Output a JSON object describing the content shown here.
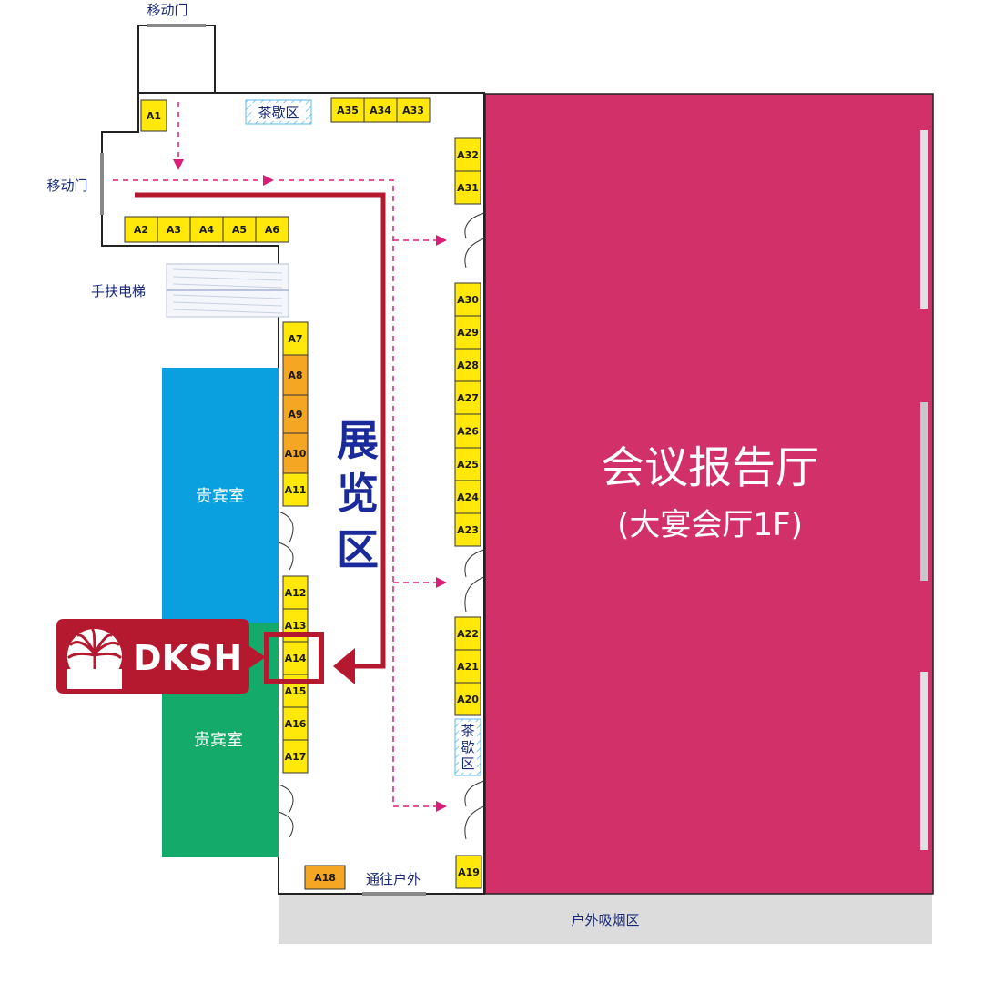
{
  "colors": {
    "hall": "#d13068",
    "vip_top": "#0aa0e0",
    "vip_bottom": "#14ab6a",
    "booth": "#ffe80a",
    "booth_orange": "#f5a623",
    "text_blue": "#1a2a7a",
    "dksh_red": "#b5192f",
    "path_pink": "#d91e7a",
    "smoking": "#dcdcdc"
  },
  "labels": {
    "sliding_door_top": "移动门",
    "sliding_door_left": "移动门",
    "escalator": "手扶电梯",
    "tea_break_top": "茶歇区",
    "tea_break_side": [
      "茶",
      "歇",
      "区"
    ],
    "exhibition_area": [
      "展",
      "览",
      "区"
    ],
    "vip_room_top": "贵宾室",
    "vip_room_bottom": "贵宾室",
    "to_outdoor": "通往户外",
    "smoking_area": "户外吸烟区",
    "hall_title": "会议报告厅",
    "hall_subtitle": "(大宴会厅1F)",
    "dksh_logo_text": "DKSH"
  },
  "booths": [
    {
      "id": "A1",
      "label": "A1",
      "color": "yellow"
    },
    {
      "id": "A2",
      "label": "A2",
      "color": "yellow"
    },
    {
      "id": "A3",
      "label": "A3",
      "color": "yellow"
    },
    {
      "id": "A4",
      "label": "A4",
      "color": "yellow"
    },
    {
      "id": "A5",
      "label": "A5",
      "color": "yellow"
    },
    {
      "id": "A6",
      "label": "A6",
      "color": "yellow"
    },
    {
      "id": "A7",
      "label": "A7",
      "color": "yellow"
    },
    {
      "id": "A8",
      "label": "A8",
      "color": "orange"
    },
    {
      "id": "A9",
      "label": "A9",
      "color": "orange"
    },
    {
      "id": "A10",
      "label": "A10",
      "color": "orange"
    },
    {
      "id": "A11",
      "label": "A11",
      "color": "yellow"
    },
    {
      "id": "A12",
      "label": "A12",
      "color": "yellow"
    },
    {
      "id": "A13",
      "label": "A13",
      "color": "yellow"
    },
    {
      "id": "A14",
      "label": "A14",
      "color": "yellow"
    },
    {
      "id": "A15",
      "label": "A15",
      "color": "yellow"
    },
    {
      "id": "A16",
      "label": "A16",
      "color": "yellow"
    },
    {
      "id": "A17",
      "label": "A17",
      "color": "yellow"
    },
    {
      "id": "A18",
      "label": "A18",
      "color": "orange"
    },
    {
      "id": "A19",
      "label": "A19",
      "color": "yellow"
    },
    {
      "id": "A20",
      "label": "A20",
      "color": "yellow"
    },
    {
      "id": "A21",
      "label": "A21",
      "color": "yellow"
    },
    {
      "id": "A22",
      "label": "A22",
      "color": "yellow"
    },
    {
      "id": "A23",
      "label": "A23",
      "color": "yellow"
    },
    {
      "id": "A24",
      "label": "A24",
      "color": "yellow"
    },
    {
      "id": "A25",
      "label": "A25",
      "color": "yellow"
    },
    {
      "id": "A26",
      "label": "A26",
      "color": "yellow"
    },
    {
      "id": "A27",
      "label": "A27",
      "color": "yellow"
    },
    {
      "id": "A28",
      "label": "A28",
      "color": "yellow"
    },
    {
      "id": "A29",
      "label": "A29",
      "color": "yellow"
    },
    {
      "id": "A30",
      "label": "A30",
      "color": "yellow"
    },
    {
      "id": "A31",
      "label": "A31",
      "color": "yellow"
    },
    {
      "id": "A32",
      "label": "A32",
      "color": "yellow"
    },
    {
      "id": "A33",
      "label": "A33",
      "color": "yellow"
    },
    {
      "id": "A34",
      "label": "A34",
      "color": "yellow"
    },
    {
      "id": "A35",
      "label": "A35",
      "color": "yellow"
    }
  ],
  "highlighted_booth": "A14"
}
